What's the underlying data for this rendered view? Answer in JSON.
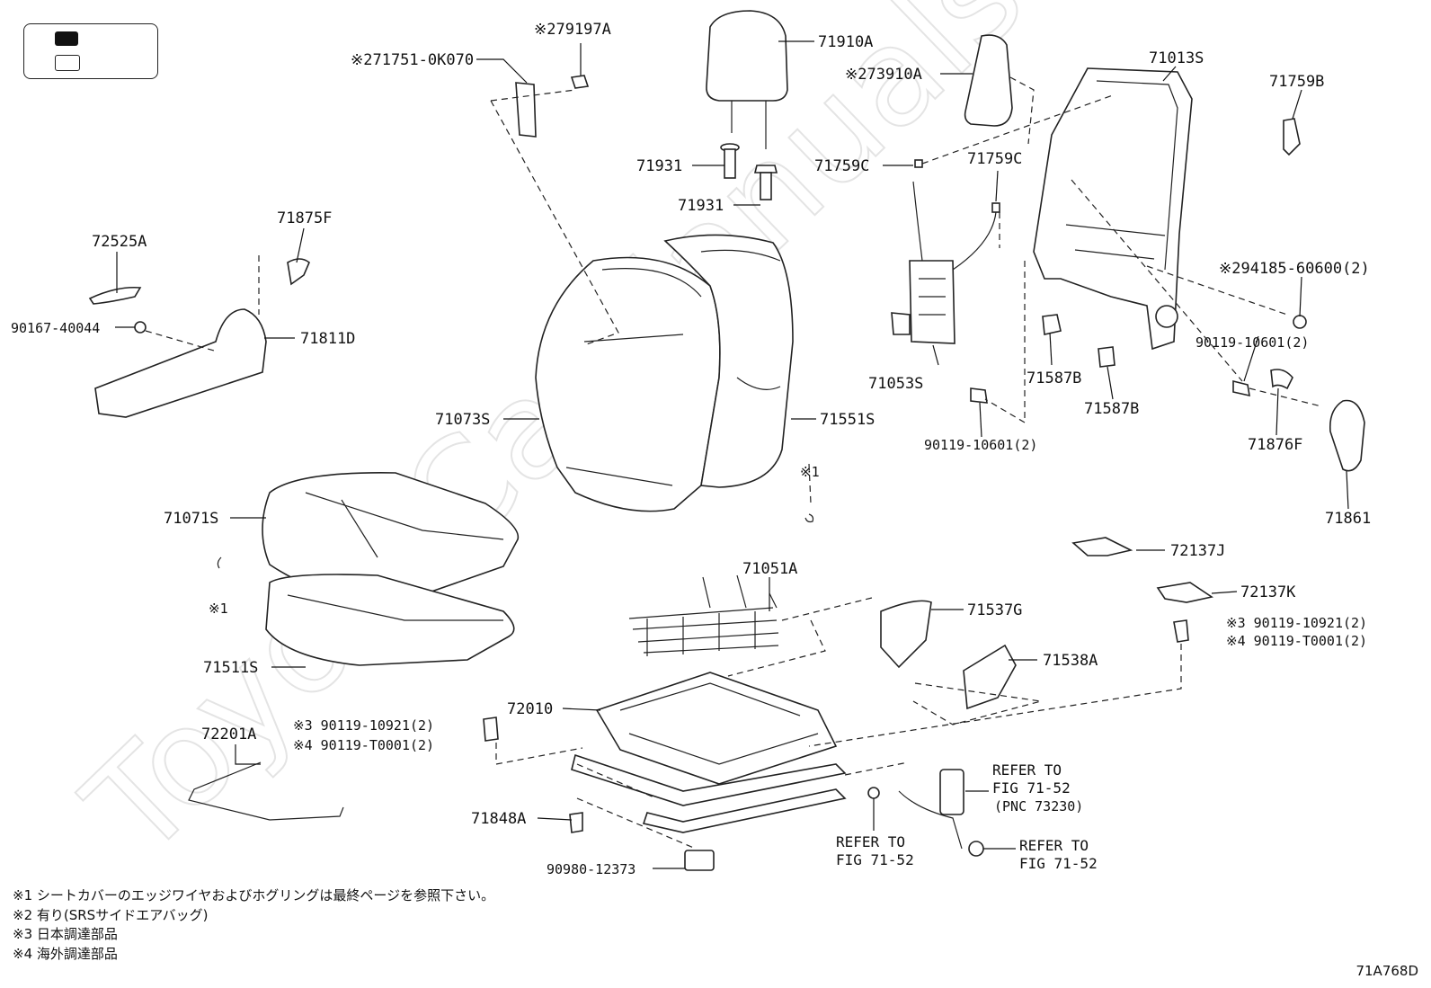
{
  "watermark": "ToyotaCarManuals.ru",
  "labels": {
    "p79197A": "※279197A",
    "p71751": "※271751-0K070",
    "p71910A": "71910A",
    "p73910A": "※273910A",
    "p71013S": "71013S",
    "p71759B": "71759B",
    "p71931a": "71931",
    "p71931b": "71931",
    "p71759C_1": "71759C",
    "p71759C_2": "71759C",
    "p94185": "※294185-60600(2)",
    "p72525A": "72525A",
    "p71875F": "71875F",
    "p90167": "90167-40044",
    "p71811D": "71811D",
    "p71053S": "71053S",
    "p71587B_1": "71587B",
    "p71587B_2": "71587B",
    "p90119_r": "90119-10601(2)",
    "p90119_c": "90119-10601(2)",
    "p71073S": "71073S",
    "p71551S": "71551S",
    "p71876F": "71876F",
    "p71861": "71861",
    "mark1a": "※1",
    "p71071S": "71071S",
    "mark1b": "※1",
    "p72137J": "72137J",
    "p71051A": "71051A",
    "p72137K": "72137K",
    "p71537G": "71537G",
    "p90119_10921_r": "※3 90119-10921(2)",
    "p90119_T0001_r": "※4 90119-T0001(2)",
    "p71538A": "71538A",
    "p71511S": "71511S",
    "p72010": "72010",
    "p90119_10921_l": "※3 90119-10921(2)",
    "p90119_T0001_l": "※4 90119-T0001(2)",
    "p72201A": "72201A",
    "p71848A": "71848A",
    "p90980": "90980-12373",
    "ref1_a": "REFER TO",
    "ref1_b": "FIG 71-52",
    "ref1_c": "(PNC 73230)",
    "ref2_a": "REFER TO",
    "ref2_b": "FIG 71-52",
    "ref3_a": "REFER TO",
    "ref3_b": "FIG 71-52"
  },
  "notes": [
    "※1 シートカバーのエッジワイヤおよびホグリングは最終ページを参照下さい。",
    "※2 有り(SRSサイドエアバッグ)",
    "※3 日本調達部品",
    "※4 海外調達部品"
  ],
  "figure_code": "71A768D"
}
